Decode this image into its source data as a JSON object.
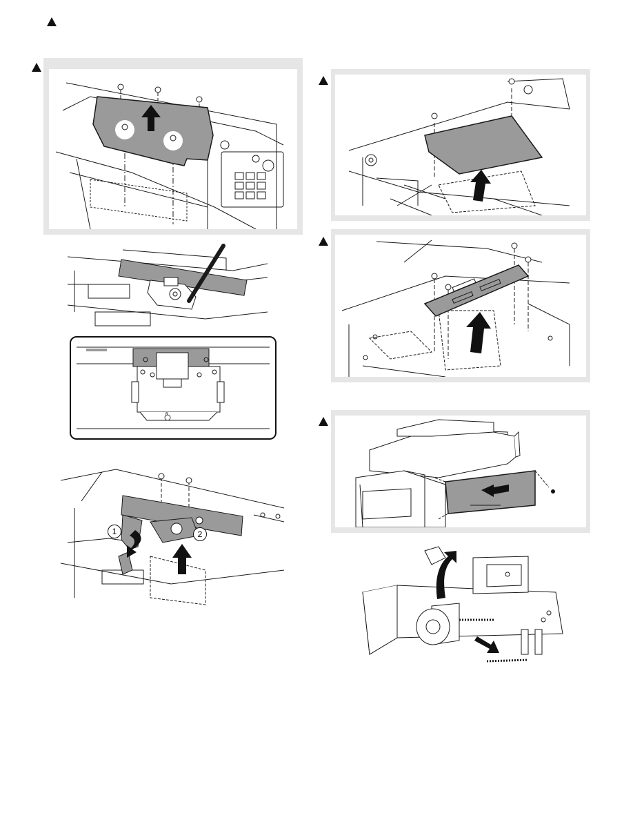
{
  "page": {
    "header_marker": "warning-triangle"
  },
  "figures": {
    "top_cover": {
      "marker": "warning-triangle",
      "description_icon": "arrow-up-icon"
    },
    "scan_unit": {},
    "lens_detail": {
      "mark": "R"
    },
    "ribbon_board": {
      "callout_1": "1",
      "callout_2": "2"
    },
    "right_cover": {
      "marker": "warning-triangle"
    },
    "pwb": {
      "marker": "warning-triangle"
    },
    "side_cover": {
      "marker": "warning-triangle"
    },
    "motor": {}
  },
  "colors": {
    "part_fill": "#9a9a9a",
    "line": "#1a1a1a",
    "frame": "#e6e6e6"
  }
}
